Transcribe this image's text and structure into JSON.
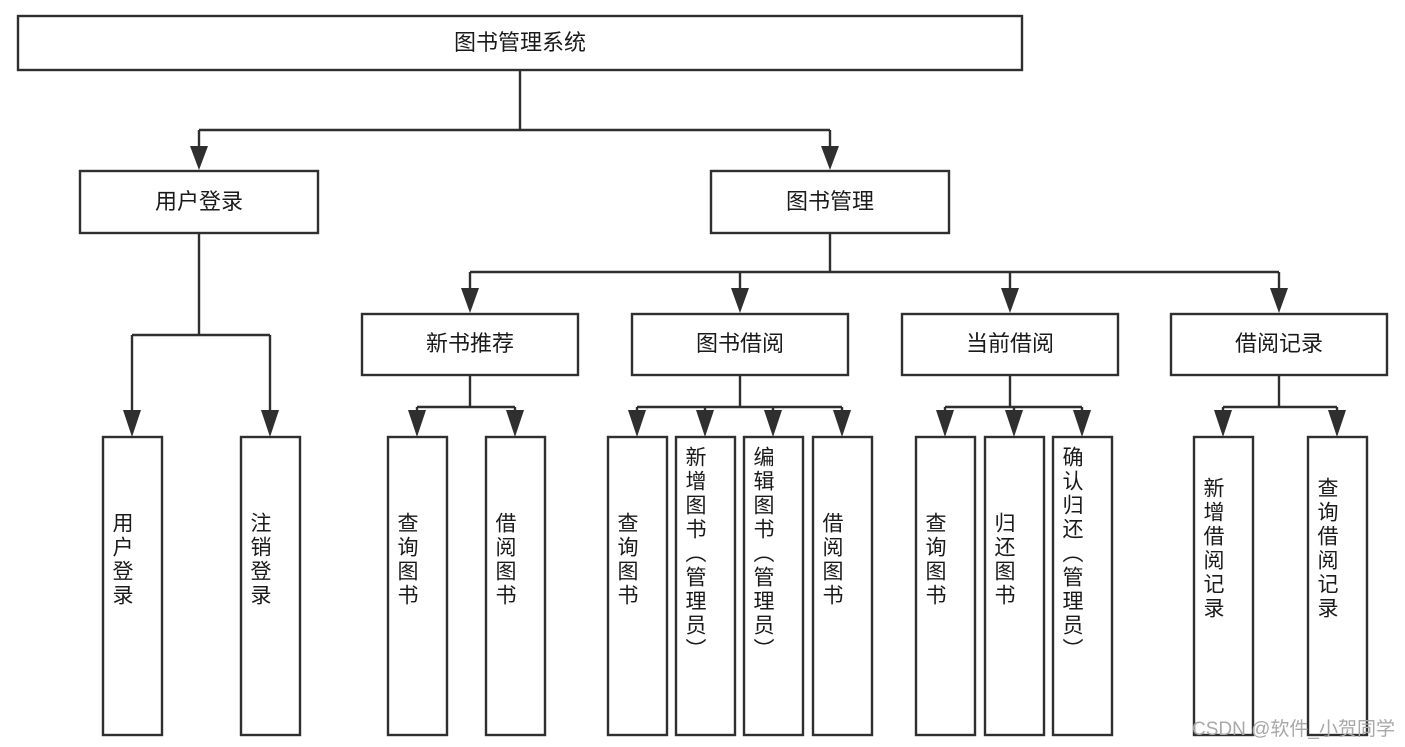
{
  "diagram": {
    "title": "图书管理系统",
    "type": "tree-hierarchy-diagram",
    "root": {
      "label": "图书管理系统"
    },
    "level2": [
      {
        "label": "用户登录"
      },
      {
        "label": "图书管理"
      }
    ],
    "level3": [
      {
        "label": "新书推荐"
      },
      {
        "label": "图书借阅"
      },
      {
        "label": "当前借阅"
      },
      {
        "label": "借阅记录"
      }
    ],
    "leaves": {
      "user_login": [
        {
          "label": "用户登录"
        },
        {
          "label": "注销登录"
        }
      ],
      "new_book_recommend": [
        {
          "label": "查询图书"
        },
        {
          "label": "借阅图书"
        }
      ],
      "book_borrow": [
        {
          "label": "查询图书"
        },
        {
          "label": "新增图书（管理员）"
        },
        {
          "label": "编辑图书（管理员）"
        },
        {
          "label": "借阅图书"
        }
      ],
      "current_borrow": [
        {
          "label": "查询图书"
        },
        {
          "label": "归还图书"
        },
        {
          "label": "确认归还（管理员）"
        }
      ],
      "borrow_record": [
        {
          "label": "新增借阅记录"
        },
        {
          "label": "查询借阅记录"
        }
      ]
    }
  },
  "watermark": {
    "text": "CSDN @软件_小贺同学"
  },
  "colors": {
    "stroke": "#2f2f2f",
    "fill": "#ffffff",
    "text": "#1a1a1a",
    "watermark": "#a8a8a8"
  }
}
